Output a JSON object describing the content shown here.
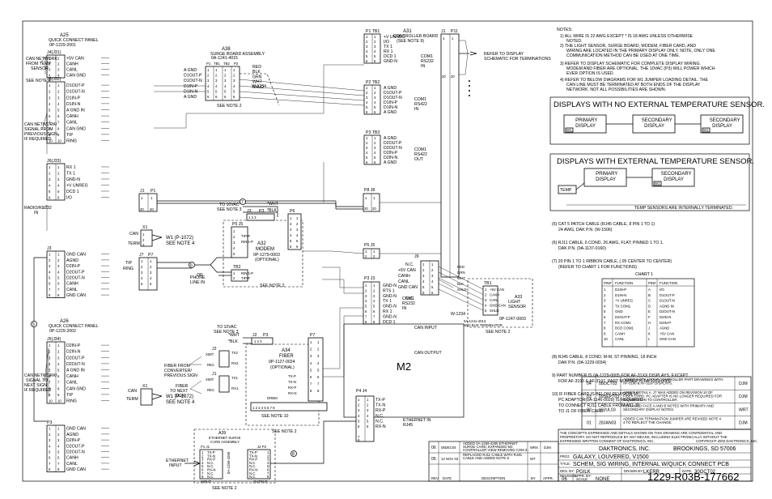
{
  "title_block": {
    "company": "DAKTRONICS, INC.",
    "city": "BROOKINGS, SD 57006",
    "confidential": "THE CONCEPTS EXPRESSED AND DETAILS SHOWN ON THIS DRAWING ARE CONFIDENTIAL AND PROPRIETARY. DO NOT REPRODUCE BY ANY MEANS, INCLUDING ELECTRONICALLY WITHOUT THE EXPRESSED WRITTEN CONSENT OF DAKTRONICS, INC.",
    "copyright": "COPYRIGHT 2002 DAKTRONICS, INC.",
    "proj_label": "PROJ:",
    "project": "GALAXY, LOUVERED, V1500",
    "title_label": "TITLE:",
    "title": "SCHEM, SIG WIRING, INTERNAL W/QUICK CONNECT PCB",
    "des_label": "DES. BY:",
    "designer": "PGILK",
    "drawn_label": "DRAWN BY:",
    "drawn_by": "LKERR",
    "date_label": "DATE:",
    "date": "30OCT02",
    "revision_label": "REVISION",
    "revision": "06",
    "appr_label": "APPR. BY:",
    "scale_label": "SCALE",
    "scale": "NONE",
    "drawing_number": "1229-R03B-177662"
  },
  "revisions": [
    {
      "rev": "04",
      "date": "08OCT03",
      "desc": "ADDED NOTE ABOUT CONTROLLER PART DRAWINGS WITH AF-3190 & AF-3197 DISPLAYS.",
      "by": "DJM"
    },
    {
      "rev": "03",
      "date": "09SEPT03",
      "desc": "ADDED DETAIL A. J7 WAS ADDED ON REVISION 10 OF FIBER CARD. PC ADAPTER IS NO LONGER REQUIRED FOR CONNECTION TO CONTROLLER.",
      "by": "DJM"
    },
    {
      "rev": "02",
      "date": "10JUL03",
      "desc": "REPLACED FACE A AND B NOTES WITH PRIMARY AND SECONDARY DISPLAY NOTES.",
      "by": "WRT"
    },
    {
      "rev": "01",
      "date": "28JAN03",
      "desc": "ADDED CAN TERMINATION JUMPER ARE REVISED NOTE # 4 TO REFLECT THE CHANGE.",
      "by": "DJM"
    }
  ],
  "revisions_bottom": [
    {
      "rev": "06",
      "date": "08DEC04",
      "desc": "ADDED 0A-1259-4255 ETHERNET SURGE CARD; EXPANDED M2 CONTROLLER VIEW REMOVED COM 3 PORT FROM CONTROLLER BOARD",
      "by": "WRS",
      "appr": "DJM"
    },
    {
      "rev": "05",
      "date": "12 NOV 03",
      "desc": "REPLACED RJ11 CABLE WITH RJ45 CABLE AND ADDED NOTE 8",
      "by": "WT",
      "appr": ""
    }
  ],
  "rev_header": {
    "rev": "REV",
    "date": "DATE",
    "desc": "DESCRIPTION",
    "by": "BY",
    "appr": "APPR."
  },
  "notes": {
    "heading": "NOTES:",
    "items": [
      "1) ALL WIRE IS 22 AWG EXCEPT * IS 18 AWG UNLESS OTHERWISE NOTED.",
      "2) THE LIGHT SENSOR, SURGE BOARD, MODEM, FIBER CARD, AND WIRING ARE LOCATED IN THE PRIMARY DISPLAY ONLY. NOTE, ONLY ONE COMMUNICATION METHOD CAN BE USED AT ONE TIME.",
      "3) REFER TO DISPLAY SCHEMATIC FOR COMPLETE DISPLAY WIRING. MODEM AND FIBER ARE OPTIONAL. THE 10VAC (P3) WILL POWER WHICH EVER OPTION IS USED.",
      "4) REFER TO BELOW DIAGRAMS FOR W1 JUMPER LOADING DETAIL. THE CAN LINE MUST BE TERMINATED AT BOTH ENDS OF THE DISPLAY NETWORK. NOT ALL POSSIBILITIES ARE SHOWN."
    ],
    "no_temp_title": "DISPLAYS WITH NO EXTERNAL TEMPERATURE SENSOR.",
    "with_temp_title": "DISPLAYS WITH EXTERNAL TEMPERATURE SENSOR.",
    "primary": "PRIMARY DISPLAY",
    "secondary": "SECONDARY DISPLAY",
    "w1": "W1",
    "temp": "TEMP",
    "temp_internal": "TEMP SENSORS ARE INTERNALLY TERMINATED.",
    "note5": "5  CAT 5 PATCH CABLE (RJ45 CABLE, 8 PIN 1 TO 1) 24 AWG, DAK P.N. (W-1506)",
    "note6": "6  RJ11 CABLE, 6 COND, 26 AWG, FLAT; PINNED 1 TO 1. DAK P.N. (0A-1137-0160)",
    "note7": "7  20 PIN 1 TO 1 RIBBON CABLE, (.05 CENTER TO CENTER) (REFER TO CHART 1 FOR FUNCTIONS)",
    "note8": "8  RJ45 CABLE, 8 COND, M-M, ST PINNING, 18 INCH DAK P.N. (0A-1229-0034)",
    "note9": "9) PART NUMBER IS 0A-1229-0005 FOR AF-31XX DISPLAYS, EXCEPT FOR AF-3190 & AF-3197, PART NUMBER IS 0A-1229-0009.",
    "note10": "10) IF FIBER CARD IS BELOW REVISION 10, PC ADAPTOR(0A-1146-0029) IS REQUIRED TO CONNECT RJ11 CABLE FROM A31 J3 TO J1 OF FIBER CARD."
  },
  "chart1": {
    "title": "CHART 1",
    "headers": [
      "PIN#",
      "FUNCTION",
      "PIN#",
      "FUNCTION"
    ],
    "rows": [
      [
        "1",
        "D1IN-P",
        "A",
        "I/O"
      ],
      [
        "2",
        "D1IN-N",
        "B",
        "D1OUT-P"
      ],
      [
        "3",
        "+V UNREG",
        "C",
        "D1OUT-N"
      ],
      [
        "4",
        "TX COM1",
        "D",
        "AGND IN"
      ],
      [
        "5",
        "GND",
        "E",
        "D2OUT-N"
      ],
      [
        "6",
        "D2OUT-P",
        "F",
        "D2IN-N"
      ],
      [
        "7",
        "RX COM1",
        "H",
        "D2IN-P"
      ],
      [
        "8",
        "DCD COM1",
        "J",
        "AGND"
      ],
      [
        "9",
        "CANH",
        "K",
        "+5V CAN"
      ],
      [
        "10",
        "CANL",
        "L",
        "GND CAN"
      ]
    ]
  },
  "a25": {
    "title": "A25",
    "name": "QUICK CONNECT PANEL",
    "pn": "0P-1229-2001",
    "j4": "J4(J31)",
    "j4_pins": [
      "+5V CAN",
      "CANH",
      "CANL",
      "CAN GND"
    ],
    "j5": "J5(J32)",
    "j5_pins": [
      "D1OUT-P",
      "D1OUT-N",
      "D1IN-P",
      "D1IN-N",
      "A GND IN",
      "CANH",
      "CANL",
      "CAN GND",
      "TIP",
      "RING"
    ],
    "j6": "J6(J33)",
    "j6_pins": [
      "RX 1",
      "TX 1",
      "GND-N",
      "+V UNREG",
      "DCD 1",
      "I/O"
    ],
    "j3": "J3",
    "j3_pins": [
      "GND CAN",
      "AGND",
      "D2IN-P",
      "D2OUT-P",
      "D2OUT-N",
      "CANH",
      "CANL",
      "GND CAN"
    ],
    "can_from_temp": "CAN NETWORK FROM TEMP SENSOR",
    "see_note4": "SEE NOTE 4",
    "can_from_prev": "CAN NETWORK/ SIGNAL FROM PREVIOUS SIGN IF REQUIRED",
    "radio": "RADIO/RS232 IN",
    "w1": "W1 (P-1072)",
    "see_note4b": "SEE NOTE 4",
    "can_term": [
      "CAN",
      "TERM"
    ],
    "j1": "J1",
    "p1": "P1",
    "j7": "J7",
    "p7": "P7",
    "tip": "TIP",
    "ring": "RING",
    "x1": "X1"
  },
  "a26": {
    "title": "A26",
    "name": "QUICK CONNECT PANEL",
    "pn": "0P-1229-2002",
    "j5": "J5(J34)",
    "j5_pins": [
      "D2IN-P",
      "D2IN-N",
      "D2OUT-P",
      "D2OUT-N",
      "A GND IN",
      "CANH",
      "CANL",
      "CAN GND",
      "TIP",
      "RING"
    ],
    "j3": "P3",
    "j3_pins": [
      "GND CAN",
      "AGND",
      "D2IN-P",
      "D2OUT-P",
      "D2OUT-N",
      "CANH",
      "CANL",
      "GND CAN"
    ],
    "can_to_next": "CAN NETWORK/ SIGNAL TO NEXT SIGN IF REQUIRED",
    "w1": "W1 (P-1072)",
    "see_note4": "SEE NOTE 4"
  },
  "a38": {
    "title": "A38",
    "name": "SURGE BOARD ASSEMBLY",
    "pn": "0A-1241-4015",
    "labels": [
      "A GND",
      "D1OUT-P",
      "D1OUT-N",
      "D1IN-P",
      "D1IN-N",
      "A GND"
    ],
    "wires": [
      "RED",
      "BLK",
      "GRN",
      "WHT",
      "SHLD"
    ],
    "cable": "W-1234",
    "see_note2": "SEE NOTE 2",
    "conns": [
      "P1",
      "TB1",
      "TB2",
      "P2"
    ]
  },
  "a31": {
    "title": "A31",
    "name": "CONTROLLER BOARD",
    "see": "(SEE NOTE 9)",
    "tb1_label": "P1 TB1",
    "tb1": [
      "+V UNREG",
      "I/O",
      "TX 1",
      "RX 1",
      "DCD 1",
      "GND-N"
    ],
    "com1_232": "COM1 RS232 IN",
    "tb2_label": "P2 TB2",
    "tb2": [
      "A GND",
      "D1OUT-P",
      "D1OUT-N",
      "D1IN-P",
      "D1IN-N",
      "A GND"
    ],
    "com1_422": "COM1 RS422 IN",
    "tb3_label": "P3 TB3",
    "tb3": [
      "A GND",
      "D2OUT-P",
      "D2OUT-N",
      "D2IN-P",
      "D2IN-N",
      "A GND"
    ],
    "com1_422_out": "COM1 RS422 OUT",
    "p11": "P11",
    "refer": "REFER TO DISPLAY SCHEMATIC FOR TERMINATIONS",
    "j8": "P8 J8",
    "j5": "P5 J5",
    "j3": "P3 J3",
    "j3_pins": [
      "GND-N",
      "RTS 1",
      "GND-N",
      "TX 1",
      "GND-N",
      "RX 1",
      "GND-N",
      "DCD 1"
    ],
    "com1_rs232": "COM1 RS232 IN",
    "j9": "J9",
    "j9_pins": [
      "+5V CAN",
      "CANH",
      "CANL",
      "GND CAN"
    ],
    "nc": "N.C.",
    "j4": "P4 J4",
    "j4_pins": [
      "TX-P",
      "TX-N",
      "RX-P",
      "N.C.",
      "N.C.",
      "RX-N"
    ],
    "j4_top": "J6",
    "can_input": "CAN INPUT",
    "can_output": "CAN OUTPUT",
    "ethernet": "ETHERNET IN RJ45",
    "m2": "M2"
  },
  "a33": {
    "title": "A33",
    "name": "LIGHT SENSOR",
    "tb": "TB1",
    "pins": [
      "+5V CAN",
      "CANH",
      "CANL",
      "GND CAN",
      "SHLD"
    ],
    "wires": [
      "RED",
      "GRN",
      "WHT",
      "BLK",
      "SHLD"
    ],
    "cable": "0A-1241-4013 W/O BUS TERMINATOR",
    "cable2": "W-1234",
    "pn": "0P-1247-0003",
    "see_note2": "SEE NOTE 2"
  },
  "modem": {
    "title": "A32",
    "name": "MODEM",
    "pn": "0P-1279-0003",
    "opt": "(OPTIONAL)",
    "pins": [
      "TIP-P",
      "RING-P",
      "TIP-P",
      "RING-P"
    ],
    "phone": "PHONE LINE IN",
    "tb2": "TB2",
    "see_note2": "SEE NOTE 2",
    "j5": "P5 J5",
    "p6": "P6",
    "p3": "P3",
    "j3": "J3",
    "vac": "TO 10VAC SEE NOTE 3",
    "wht": "*WHT",
    "blk": "*BLK",
    "or": "OR"
  },
  "fiber": {
    "title": "A34",
    "name": "FIBER",
    "pn": "0P-1127-0024",
    "opt": "(OPTIONAL)",
    "tx": "TX",
    "rx": "RX",
    "rec": "REC",
    "xmit": "XMIT",
    "from_conv": "FIBER FROM CONVERTER/ PREVIOUS SIGN",
    "to_next": "FIBER TO NEXT SIGN",
    "j7_pins": [
      "TX-P",
      "TX-N",
      "RX-P",
      "RX-N"
    ],
    "vac": "TO 10VAC SEE NOTE 3",
    "wht": "*WHT",
    "blk": "*BLK",
    "tx2": "TX2",
    "rx1": "RX1",
    "rx2": "RX2",
    "tx1": "TX1",
    "j2": "J2",
    "j1": "J1",
    "p3": "P3",
    "p7": "P7",
    "see_note2": "SEE NOTE 2",
    "see_note10": "SEE NOTE 10",
    "drbm": "DRBM"
  },
  "eth_surge": {
    "title": "A39",
    "name": "ETHERNET SURGE CARD ASSEMBLY",
    "pn": "0A-1259-4255",
    "left": [
      "TX-P",
      "TX-N",
      "RX-P",
      "N.C.",
      "N.C.",
      "RX-N",
      "N.C.",
      "N.C."
    ],
    "right": [
      "TX-P",
      "TX-N",
      "RX-P",
      "N.C.",
      "N.C.",
      "RX-N",
      "N.C.",
      "N.C."
    ],
    "input": "INPUT",
    "output": "OUTPUT",
    "see_note2": "SEE NOTE 2",
    "eth_input": "ETHERNET INPUT",
    "p1": "P1 J1",
    "j2": "J2 P2"
  },
  "callouts": {
    "c5": "5",
    "c6": "6",
    "c7": "7",
    "c8": "8"
  }
}
